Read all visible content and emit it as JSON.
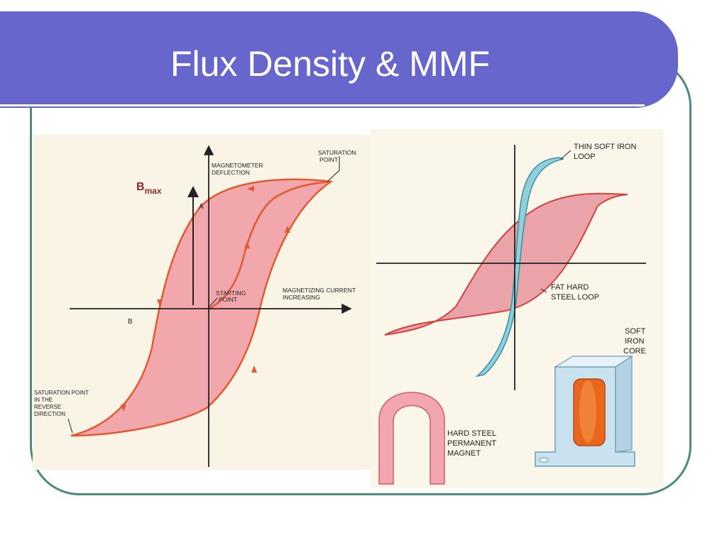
{
  "slide": {
    "title": "Flux Density & MMF"
  },
  "colors": {
    "title_bar": "#6666cc",
    "frame_border": "#4f8a80",
    "loop_fill": "#f1a7ac",
    "loop_stroke": "#e05a32",
    "soft_iron_fill": "#8fd0dc",
    "bmax_label": "#8b2b2b"
  },
  "left_diagram": {
    "y_axis_label_1": "MAGNETOMETER",
    "y_axis_label_2": "DEFLECTION",
    "x_axis_label_1": "MAGNETIZING CURRENT",
    "x_axis_label_2": "INCREASING",
    "sat_label_1": "SATURATION",
    "sat_label_2": "POINT",
    "start_label_1": "STARTING",
    "start_label_2": "POINT",
    "rev_label_1": "SATURATION POINT",
    "rev_label_2": "IN THE",
    "rev_label_3": "REVERSE",
    "rev_label_4": "DIRECTION",
    "point_a": "A",
    "point_b": "B",
    "bmax_main": "B",
    "bmax_sub": "max"
  },
  "right_diagram": {
    "thin_label_1": "THIN SOFT IRON",
    "thin_label_2": "LOOP",
    "fat_label_1": "FAT HARD",
    "fat_label_2": "STEEL LOOP",
    "core_label_1": "SOFT",
    "core_label_2": "IRON",
    "core_label_3": "CORE",
    "magnet_label_1": "HARD STEEL",
    "magnet_label_2": "PERMANENT",
    "magnet_label_3": "MAGNET"
  }
}
